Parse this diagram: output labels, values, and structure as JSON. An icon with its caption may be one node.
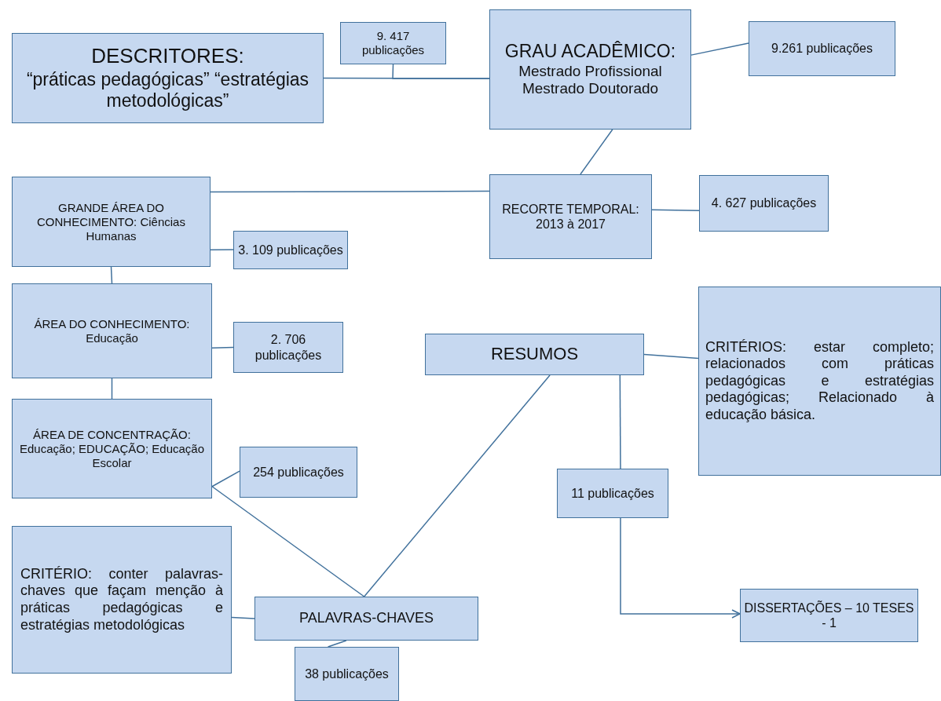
{
  "diagram": {
    "nodes": [
      {
        "text": [
          "DESCRITORES:",
          "“práticas pedagógicas” “estratégias metodológicas”"
        ]
      },
      {
        "text": [
          "9. 417 publicações"
        ]
      },
      {
        "text": [
          "GRAU ACADÊMICO:",
          "Mestrado Profissional Mestrado Doutorado"
        ]
      },
      {
        "text": [
          "9.261 publicações"
        ]
      },
      {
        "text": [
          "GRANDE ÁREA DO CONHECIMENTO: Ciências Humanas"
        ]
      },
      {
        "text": [
          "RECORTE TEMPORAL: 2013 à 2017"
        ]
      },
      {
        "text": [
          "4. 627 publicações"
        ]
      },
      {
        "text": [
          "3. 109 publicações"
        ]
      },
      {
        "text": [
          "ÁREA DO CONHECIMENTO: Educação"
        ]
      },
      {
        "text": [
          "2. 706 publicações"
        ]
      },
      {
        "text": [
          "RESUMOS"
        ]
      },
      {
        "text": [
          "CRITÉRIOS: estar completo; relacionados com práticas pedagógicas e estratégias pedagógicas; Relacionado à educação básica."
        ]
      },
      {
        "text": [
          "ÁREA DE CONCENTRAÇÃO: Educação; EDUCAÇÃO; Educação Escolar"
        ]
      },
      {
        "text": [
          "254 publicações"
        ]
      },
      {
        "text": [
          "11 publicações"
        ]
      },
      {
        "text": [
          "CRITÉRIO: conter palavras-chaves que façam menção à práticas pedagógicas e estratégias metodológicas"
        ]
      },
      {
        "text": [
          "PALAVRAS-CHAVES"
        ]
      },
      {
        "text": [
          "DISSERTAÇÕES – 10 TESES - 1"
        ]
      },
      {
        "text": [
          "38 publicações"
        ]
      }
    ],
    "edges": [
      {
        "from": 0,
        "to": 2,
        "arrow": "none"
      },
      {
        "from": 1,
        "to": 2,
        "arrow": "none"
      },
      {
        "from": 2,
        "to": 3,
        "arrow": "none"
      },
      {
        "from": 2,
        "to": 5,
        "arrow": "none"
      },
      {
        "from": 5,
        "to": 4,
        "arrow": "none"
      },
      {
        "from": 5,
        "to": 6,
        "arrow": "none"
      },
      {
        "from": 4,
        "to": 7,
        "arrow": "none"
      },
      {
        "from": 4,
        "to": 8,
        "arrow": "none"
      },
      {
        "from": 8,
        "to": 9,
        "arrow": "none"
      },
      {
        "from": 8,
        "to": 12,
        "arrow": "none"
      },
      {
        "from": 12,
        "to": 13,
        "arrow": "none"
      },
      {
        "from": 12,
        "to": 16,
        "arrow": "none"
      },
      {
        "from": 16,
        "to": 10,
        "arrow": "none"
      },
      {
        "from": 16,
        "to": 15,
        "arrow": "none"
      },
      {
        "from": 16,
        "to": 18,
        "arrow": "none"
      },
      {
        "from": 10,
        "to": 11,
        "arrow": "none"
      },
      {
        "from": 10,
        "to": 14,
        "arrow": "none"
      },
      {
        "from": 14,
        "to": 17,
        "arrow": "to"
      }
    ]
  }
}
